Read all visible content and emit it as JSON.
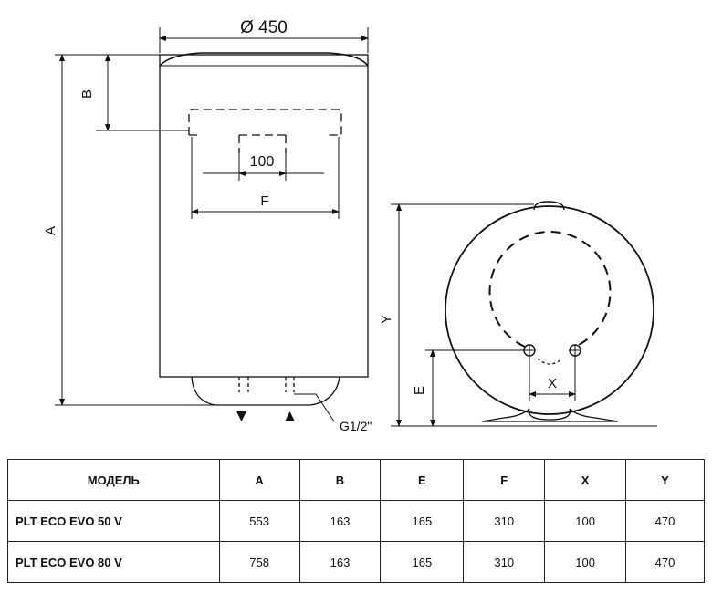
{
  "diagram": {
    "dim_diameter": "Ø 450",
    "dim_A": "A",
    "dim_B": "B",
    "dim_100": "100",
    "dim_F": "F",
    "dim_Y": "Y",
    "dim_E": "E",
    "dim_X": "X",
    "thread": "G1/2\""
  },
  "table": {
    "headers": [
      "МОДЕЛЬ",
      "A",
      "B",
      "E",
      "F",
      "X",
      "Y"
    ],
    "rows": [
      [
        "PLT ECO EVO 50 V",
        "553",
        "163",
        "165",
        "310",
        "100",
        "470"
      ],
      [
        "PLT ECO EVO 80 V",
        "758",
        "163",
        "165",
        "310",
        "100",
        "470"
      ]
    ]
  }
}
